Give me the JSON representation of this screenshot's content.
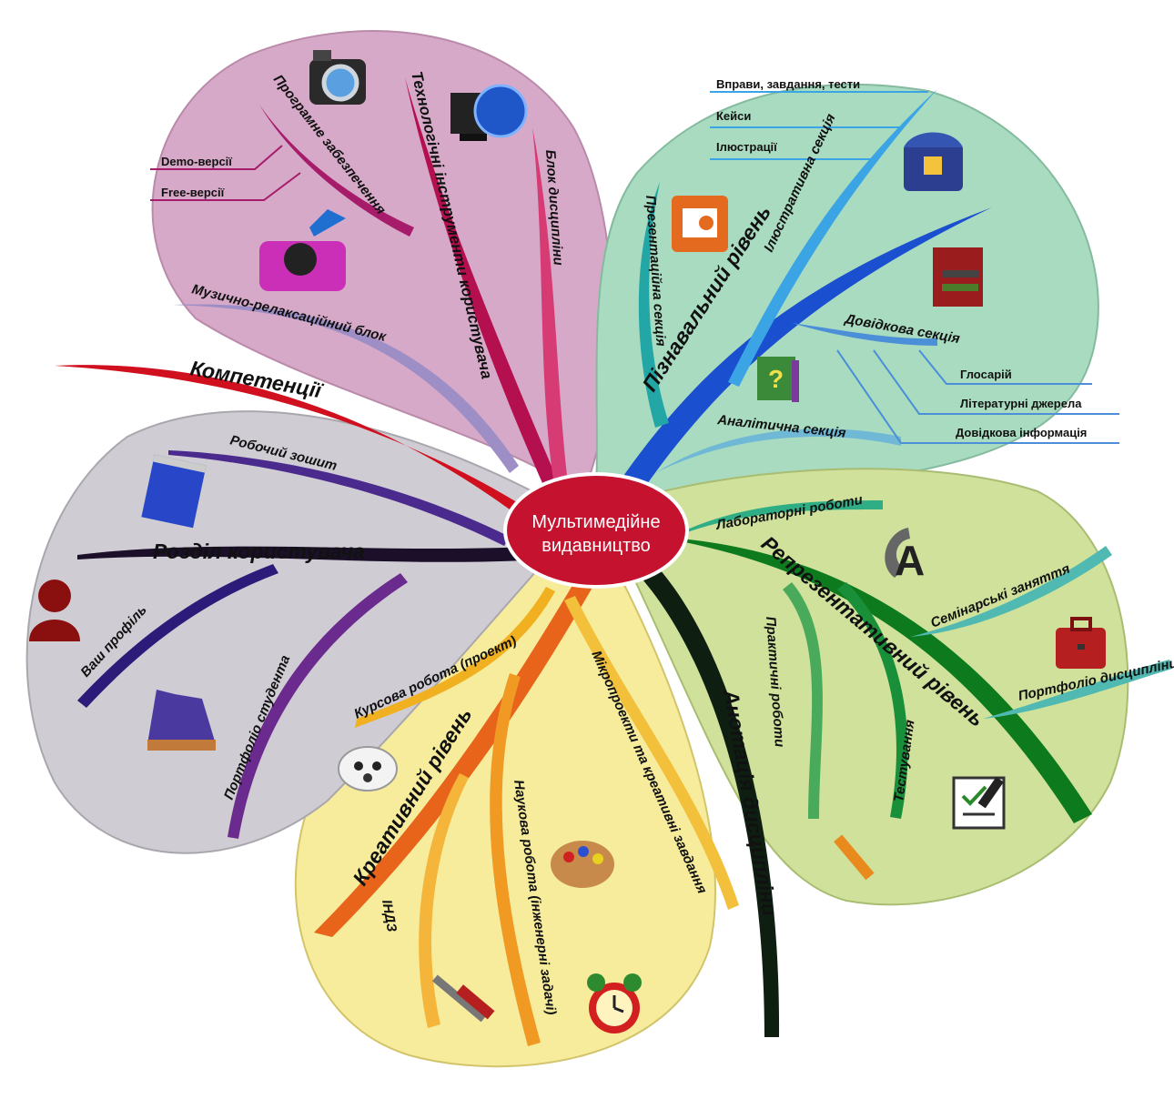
{
  "center": {
    "line1": "Мультимедійне",
    "line2": "видавництво",
    "color": "#c4122f"
  },
  "petals": {
    "pink": {
      "color": "#d7a9c8"
    },
    "green": {
      "color": "#a9dbc0"
    },
    "lime": {
      "color": "#cfe19b"
    },
    "yellow": {
      "color": "#f6ec9c"
    },
    "gray": {
      "color": "#cfcdd3"
    }
  },
  "branches": {
    "kompetentsii": "Компетенції",
    "tekh_instrumenty": "Технологічні інструменти користувача",
    "prohramne": "Програмне забезпечення",
    "demo": "Demo-версії",
    "free": "Free-версії",
    "muzychno": "Музично-релаксаційний блок",
    "blok_dystsypliny": "Блок дисципліни",
    "piznavalnyi": "Пізнавальний рівень",
    "prezentatsiina": "Презентаційна секція",
    "ilustratyvna": "Ілюстративна секція",
    "vpravy": "Вправи, завдання, тести",
    "keisy": "Кейси",
    "ilustratsii": "Ілюстрації",
    "dovidkova_sektsiia": "Довідкова секція",
    "hlosarii": "Глосарій",
    "literaturni": "Літературні джерела",
    "dovidkova_info": "Довідкова інформація",
    "analitychna": "Аналітична секція",
    "laboratorni": "Лабораторні роботи",
    "reprezentatyvnyi": "Репрезентативний рівень",
    "seminarski": "Семінарські заняття",
    "portfolio_dystsypliny": "Портфоліо дисципліни",
    "praktychni": "Практичні роботи",
    "testuvannia": "Тестування",
    "anotatsiia": "Анотація дисципліни",
    "mikroproekty": "Мікропроекти та креативні завдання",
    "naukova": "Наукова робота (інженерні задачі)",
    "indz": "ІНДЗ",
    "kreatyvnyi": "Креативний рівень",
    "kursova": "Курсова робота (проект)",
    "rozdil": "Розділ користувача",
    "robochyi": "Робочий зошит",
    "vash_profil": "Ваш профіль",
    "portfolio_studenta": "Портфоліо студента"
  },
  "icons": {
    "camera": "camera-icon",
    "globe_monitor": "globe-monitor-icon",
    "gramophone": "gramophone-icon",
    "presentation": "presentation-icon",
    "treasure_chest": "treasure-chest-icon",
    "books": "books-icon",
    "help_book": "help-book-icon",
    "compass": "compass-icon",
    "briefcase": "briefcase-icon",
    "checklist": "checklist-icon",
    "pencil": "pencil-icon",
    "palette": "palette-icon",
    "alarm_clock": "alarm-clock-icon",
    "tools": "tools-icon",
    "cloud_face": "cloud-face-icon",
    "notebook": "notebook-icon",
    "user": "user-icon",
    "fan_folder": "fan-folder-icon"
  }
}
